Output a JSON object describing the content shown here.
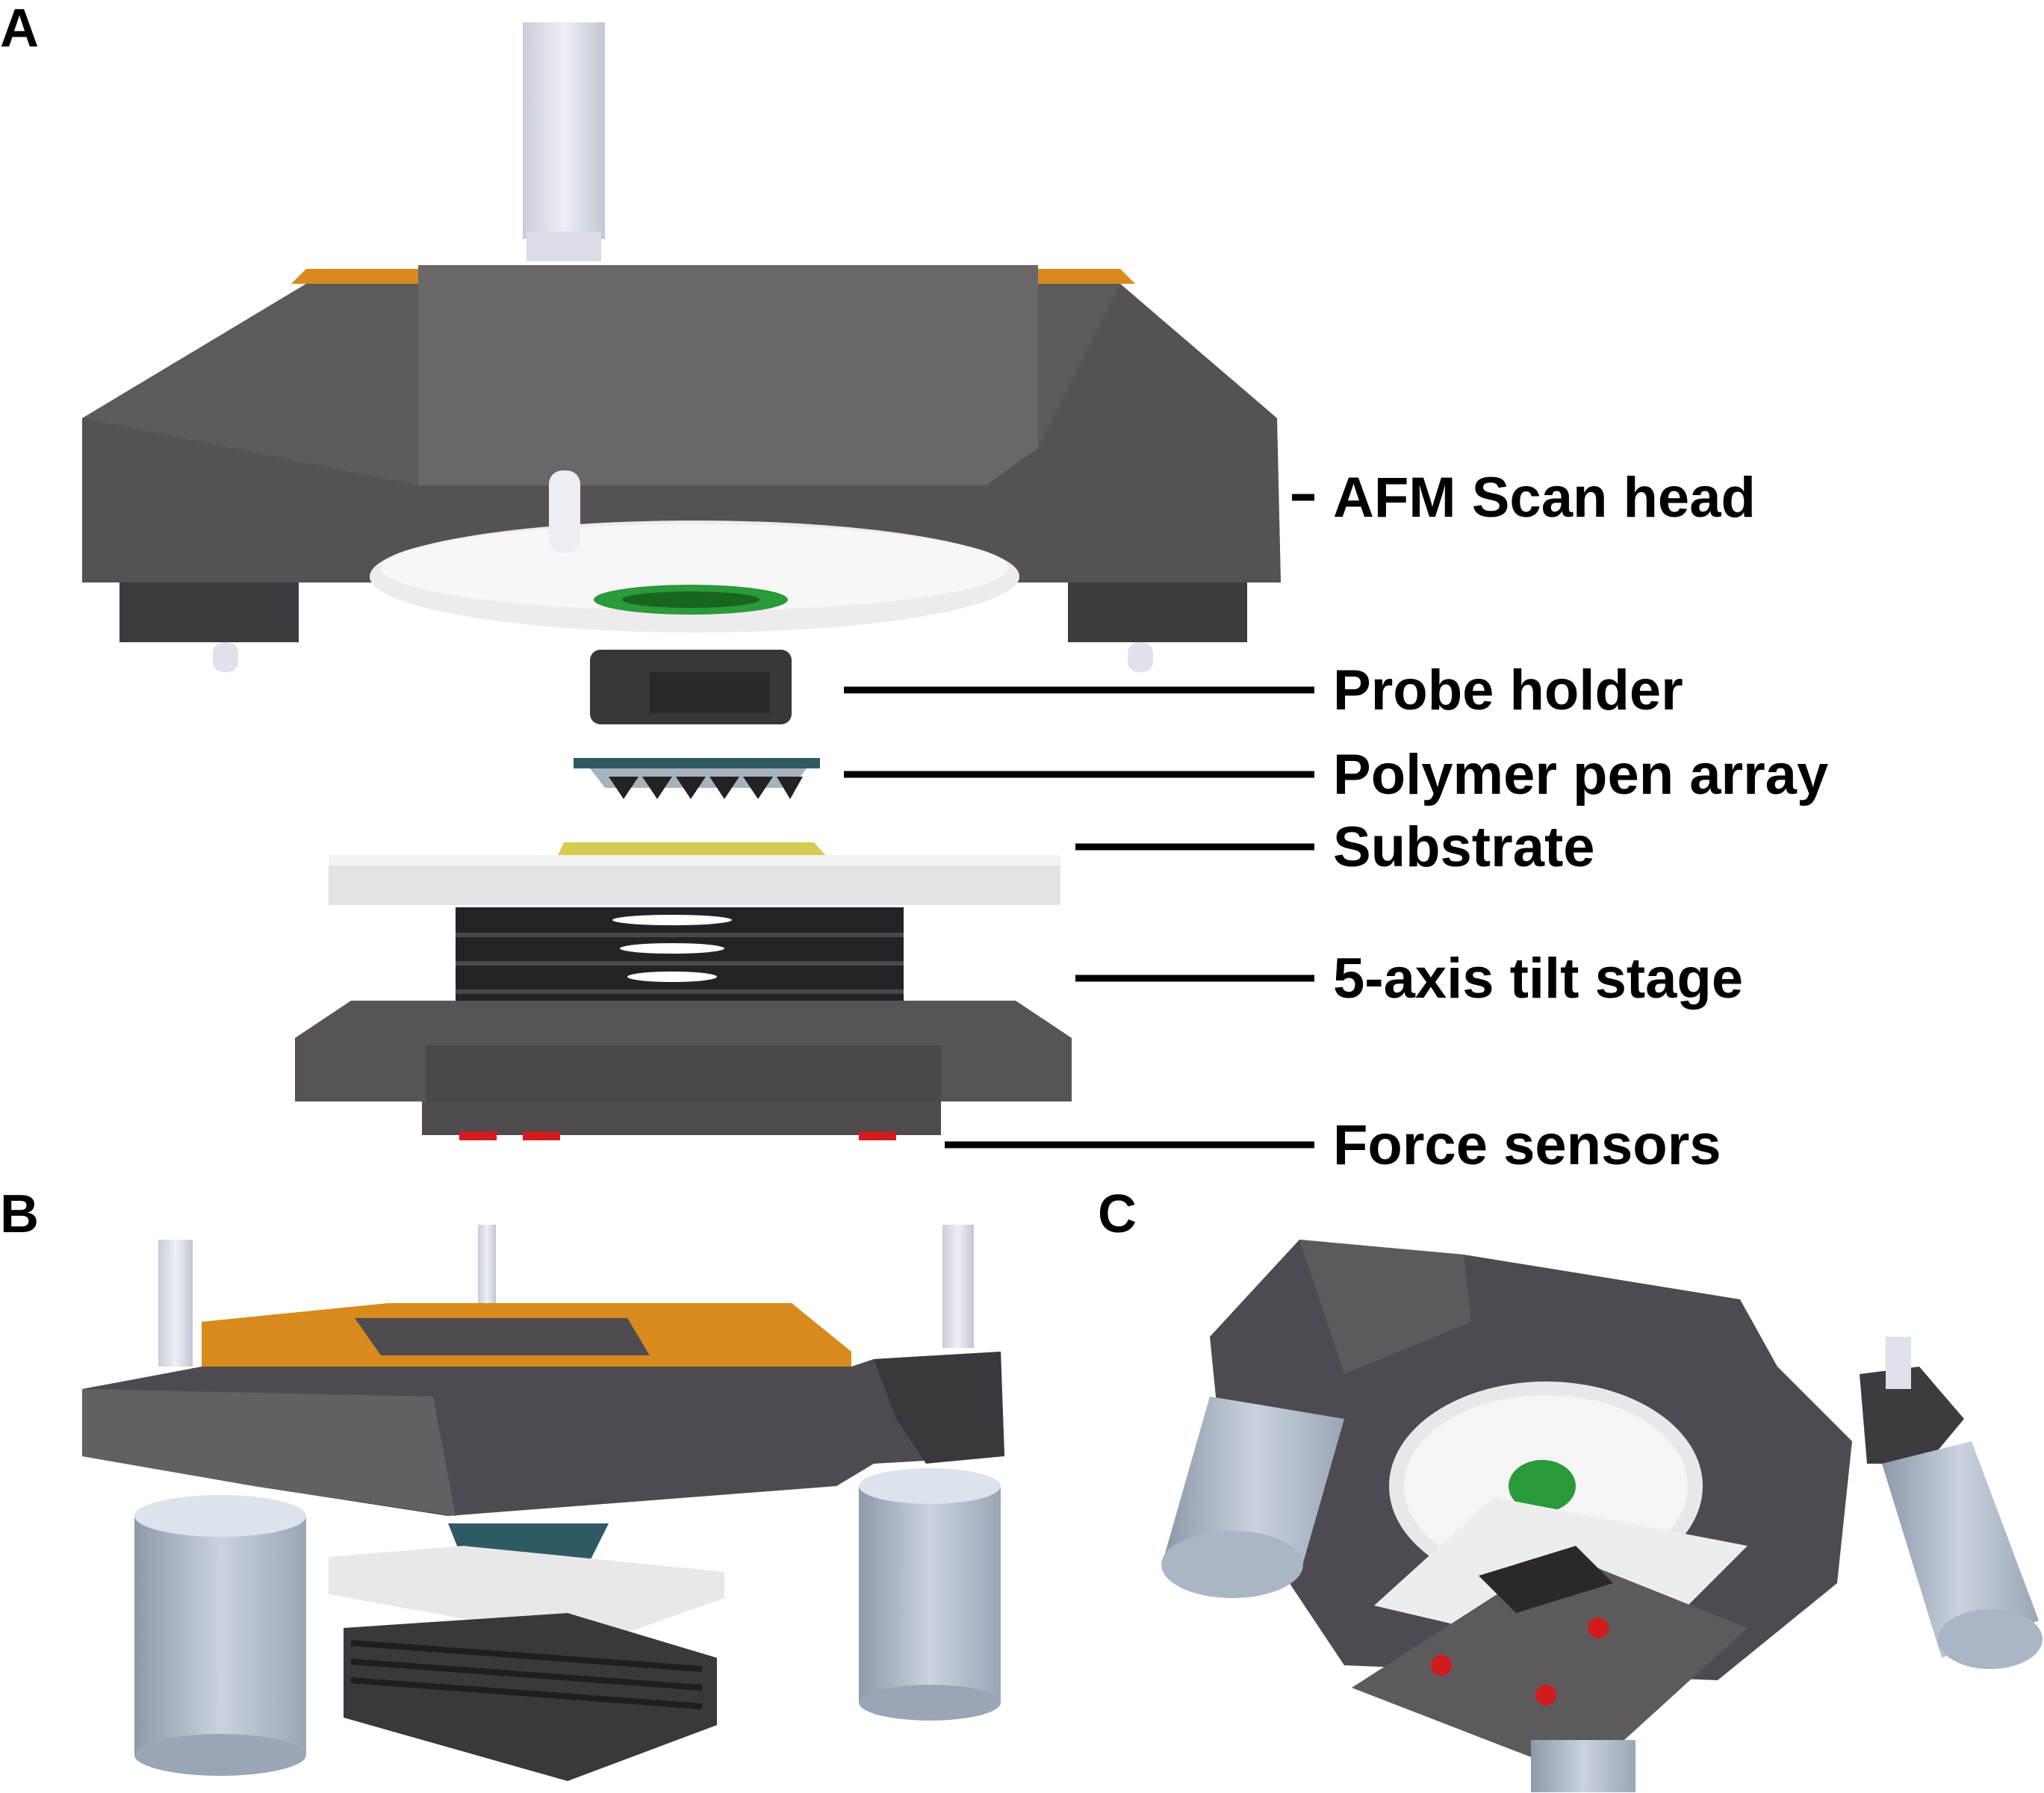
{
  "panels": {
    "a": "A",
    "b": "B",
    "c": "C"
  },
  "labels": {
    "afm_scan_head": "AFM Scan head",
    "probe_holder": "Probe holder",
    "polymer_pen_array": "Polymer pen array",
    "substrate": "Substrate",
    "tilt_stage": "5-axis tilt stage",
    "force_sensors": "Force sensors"
  },
  "colors": {
    "housing_dark": "#4d4b51",
    "housing_mid": "#5e5a5c",
    "housing_light": "#6e6a6b",
    "accent_orange": "#d98a1c",
    "disc_white": "#ececec",
    "green_ring": "#2a9a3a",
    "substrate_yellow": "#d8cb55",
    "tilt_black": "#232226",
    "sensor_red": "#d01c1c",
    "cylinder_blue": "#b7c3d2",
    "pen_teal": "#2e5b63"
  }
}
